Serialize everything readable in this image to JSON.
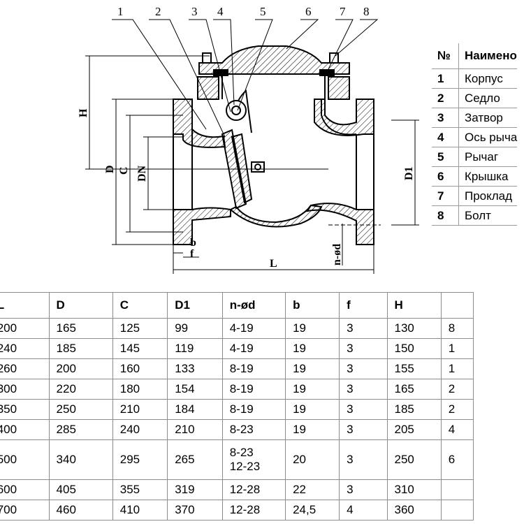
{
  "drawing": {
    "callouts": [
      "1",
      "2",
      "3",
      "4",
      "5",
      "6",
      "7",
      "8"
    ],
    "dimension_labels": {
      "H": "H",
      "D": "D",
      "C": "C",
      "DN": "DN",
      "D1": "D1",
      "L": "L",
      "b": "b",
      "f": "f",
      "nd": "n-ød"
    }
  },
  "parts_table": {
    "headers": {
      "num": "№",
      "name": "Наимено"
    },
    "rows": [
      {
        "num": "1",
        "name": "Корпус"
      },
      {
        "num": "2",
        "name": "Седло"
      },
      {
        "num": "3",
        "name": "Затвор"
      },
      {
        "num": "4",
        "name": "Ось рыча"
      },
      {
        "num": "5",
        "name": "Рычаг"
      },
      {
        "num": "6",
        "name": "Крышка"
      },
      {
        "num": "7",
        "name": "Проклад"
      },
      {
        "num": "8",
        "name": "Болт"
      }
    ]
  },
  "dims_table": {
    "headers": [
      "L",
      "D",
      "C",
      "D1",
      "n-ød",
      "b",
      "f",
      "H"
    ],
    "rows": [
      [
        "200",
        "165",
        "125",
        "99",
        "4-19",
        "19",
        "3",
        "130"
      ],
      [
        "240",
        "185",
        "145",
        "119",
        "4-19",
        "19",
        "3",
        "150"
      ],
      [
        "260",
        "200",
        "160",
        "133",
        "8-19",
        "19",
        "3",
        "155"
      ],
      [
        "300",
        "220",
        "180",
        "154",
        "8-19",
        "19",
        "3",
        "165"
      ],
      [
        "350",
        "250",
        "210",
        "184",
        "8-19",
        "19",
        "3",
        "185"
      ],
      [
        "400",
        "285",
        "240",
        "210",
        "8-23",
        "19",
        "3",
        "205"
      ],
      [
        "500",
        "340",
        "295",
        "265",
        "8-23\n12-23",
        "20",
        "3",
        "250"
      ],
      [
        "600",
        "405",
        "355",
        "319",
        "12-28",
        "22",
        "3",
        "310"
      ],
      [
        "700",
        "460",
        "410",
        "370",
        "12-28",
        "24,5",
        "4",
        "360"
      ]
    ],
    "last_col_partial": [
      "8",
      "1",
      "1",
      "2",
      "2",
      "4",
      "6",
      "",
      ""
    ]
  }
}
